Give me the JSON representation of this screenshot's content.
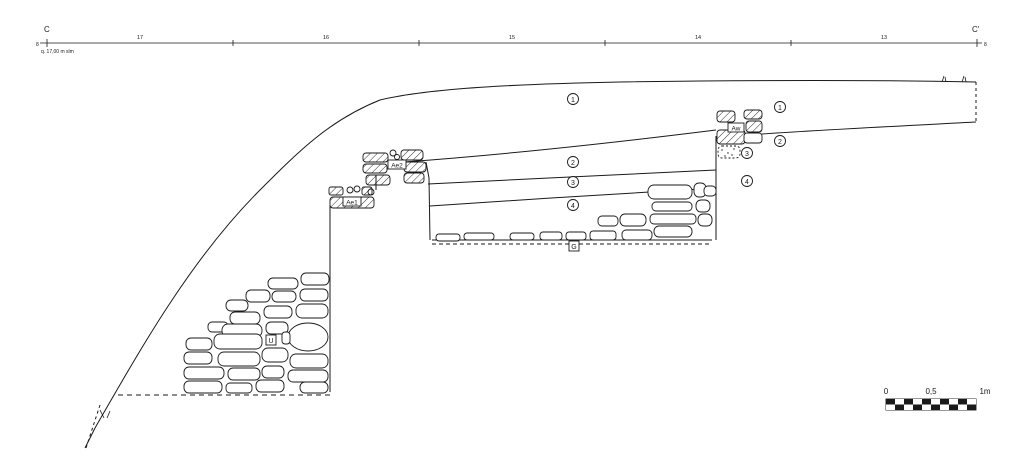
{
  "section": {
    "start_label": "C",
    "end_label": "C'",
    "start_marker": "8",
    "end_marker": "8",
    "datum": "q. 17,00 m slm",
    "grid_labels": [
      "17",
      "16",
      "15",
      "14",
      "13"
    ]
  },
  "layers": [
    "1",
    "2",
    "3",
    "4"
  ],
  "features": {
    "ae1": "Ae1",
    "ae2": "Ae2",
    "aw": "Aw",
    "g": "G",
    "u": "U"
  },
  "scale_bar": {
    "labels": [
      "0",
      "0,5",
      "1m"
    ],
    "segments": 10
  },
  "colors": {
    "ink": "#1a1a1a",
    "background": "#ffffff"
  }
}
